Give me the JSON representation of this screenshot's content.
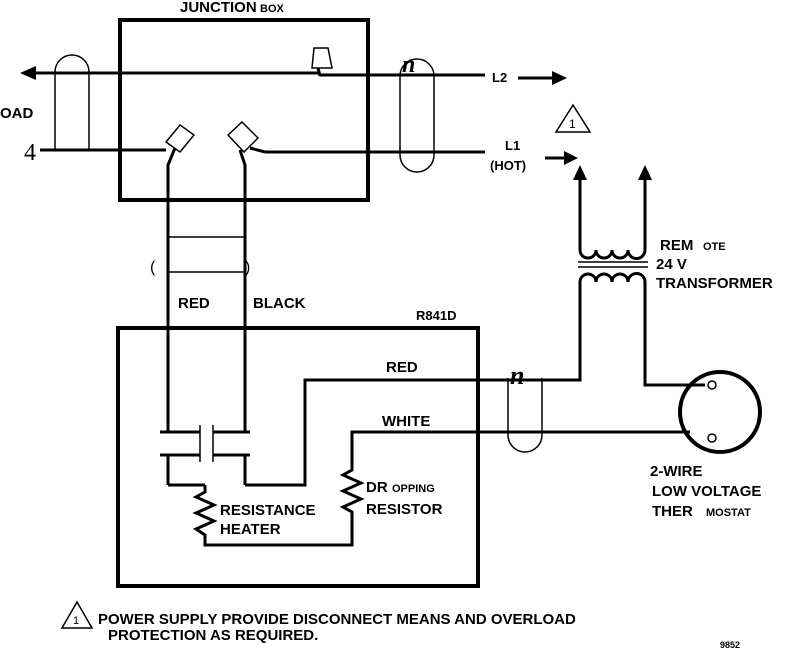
{
  "junction_box": {
    "label_main": "JUNCTION",
    "label_suffix": "BOX"
  },
  "load_label": "OAD",
  "load_marker": "4",
  "lines": {
    "l2": "L2",
    "l1": "L1",
    "l1_note": "(HOT)"
  },
  "warning_symbol_number": "1",
  "transformer": {
    "line1_big": "REM",
    "line1_small": "OTE",
    "line2": "24 V",
    "line3": "TRANSFORMER"
  },
  "wires": {
    "red_left": "RED",
    "black": "BLACK",
    "red_right": "RED",
    "white": "WHITE"
  },
  "relay": {
    "model": "R841D"
  },
  "resistance_heater": {
    "line1": "RESISTANCE",
    "line2": "HEATER"
  },
  "dropping_resistor": {
    "line1_big": "DR",
    "line1_small": "OPPING",
    "line2": "RESISTOR"
  },
  "thermostat": {
    "line1": "2-WIRE",
    "line2": "LOW VOLTAGE",
    "line3_big": "THER",
    "line3_small": "MOSTAT"
  },
  "connector_marks": {
    "n_left": "n",
    "n_right": "n",
    "paren_open": "(",
    "paren_close": ")"
  },
  "footnote": {
    "line1": "POWER SUPPLY PROVIDE DISCONNECT MEANS AND OVERLOAD",
    "line2": "PROTECTION AS REQUIRED."
  },
  "figure_code": "9852"
}
